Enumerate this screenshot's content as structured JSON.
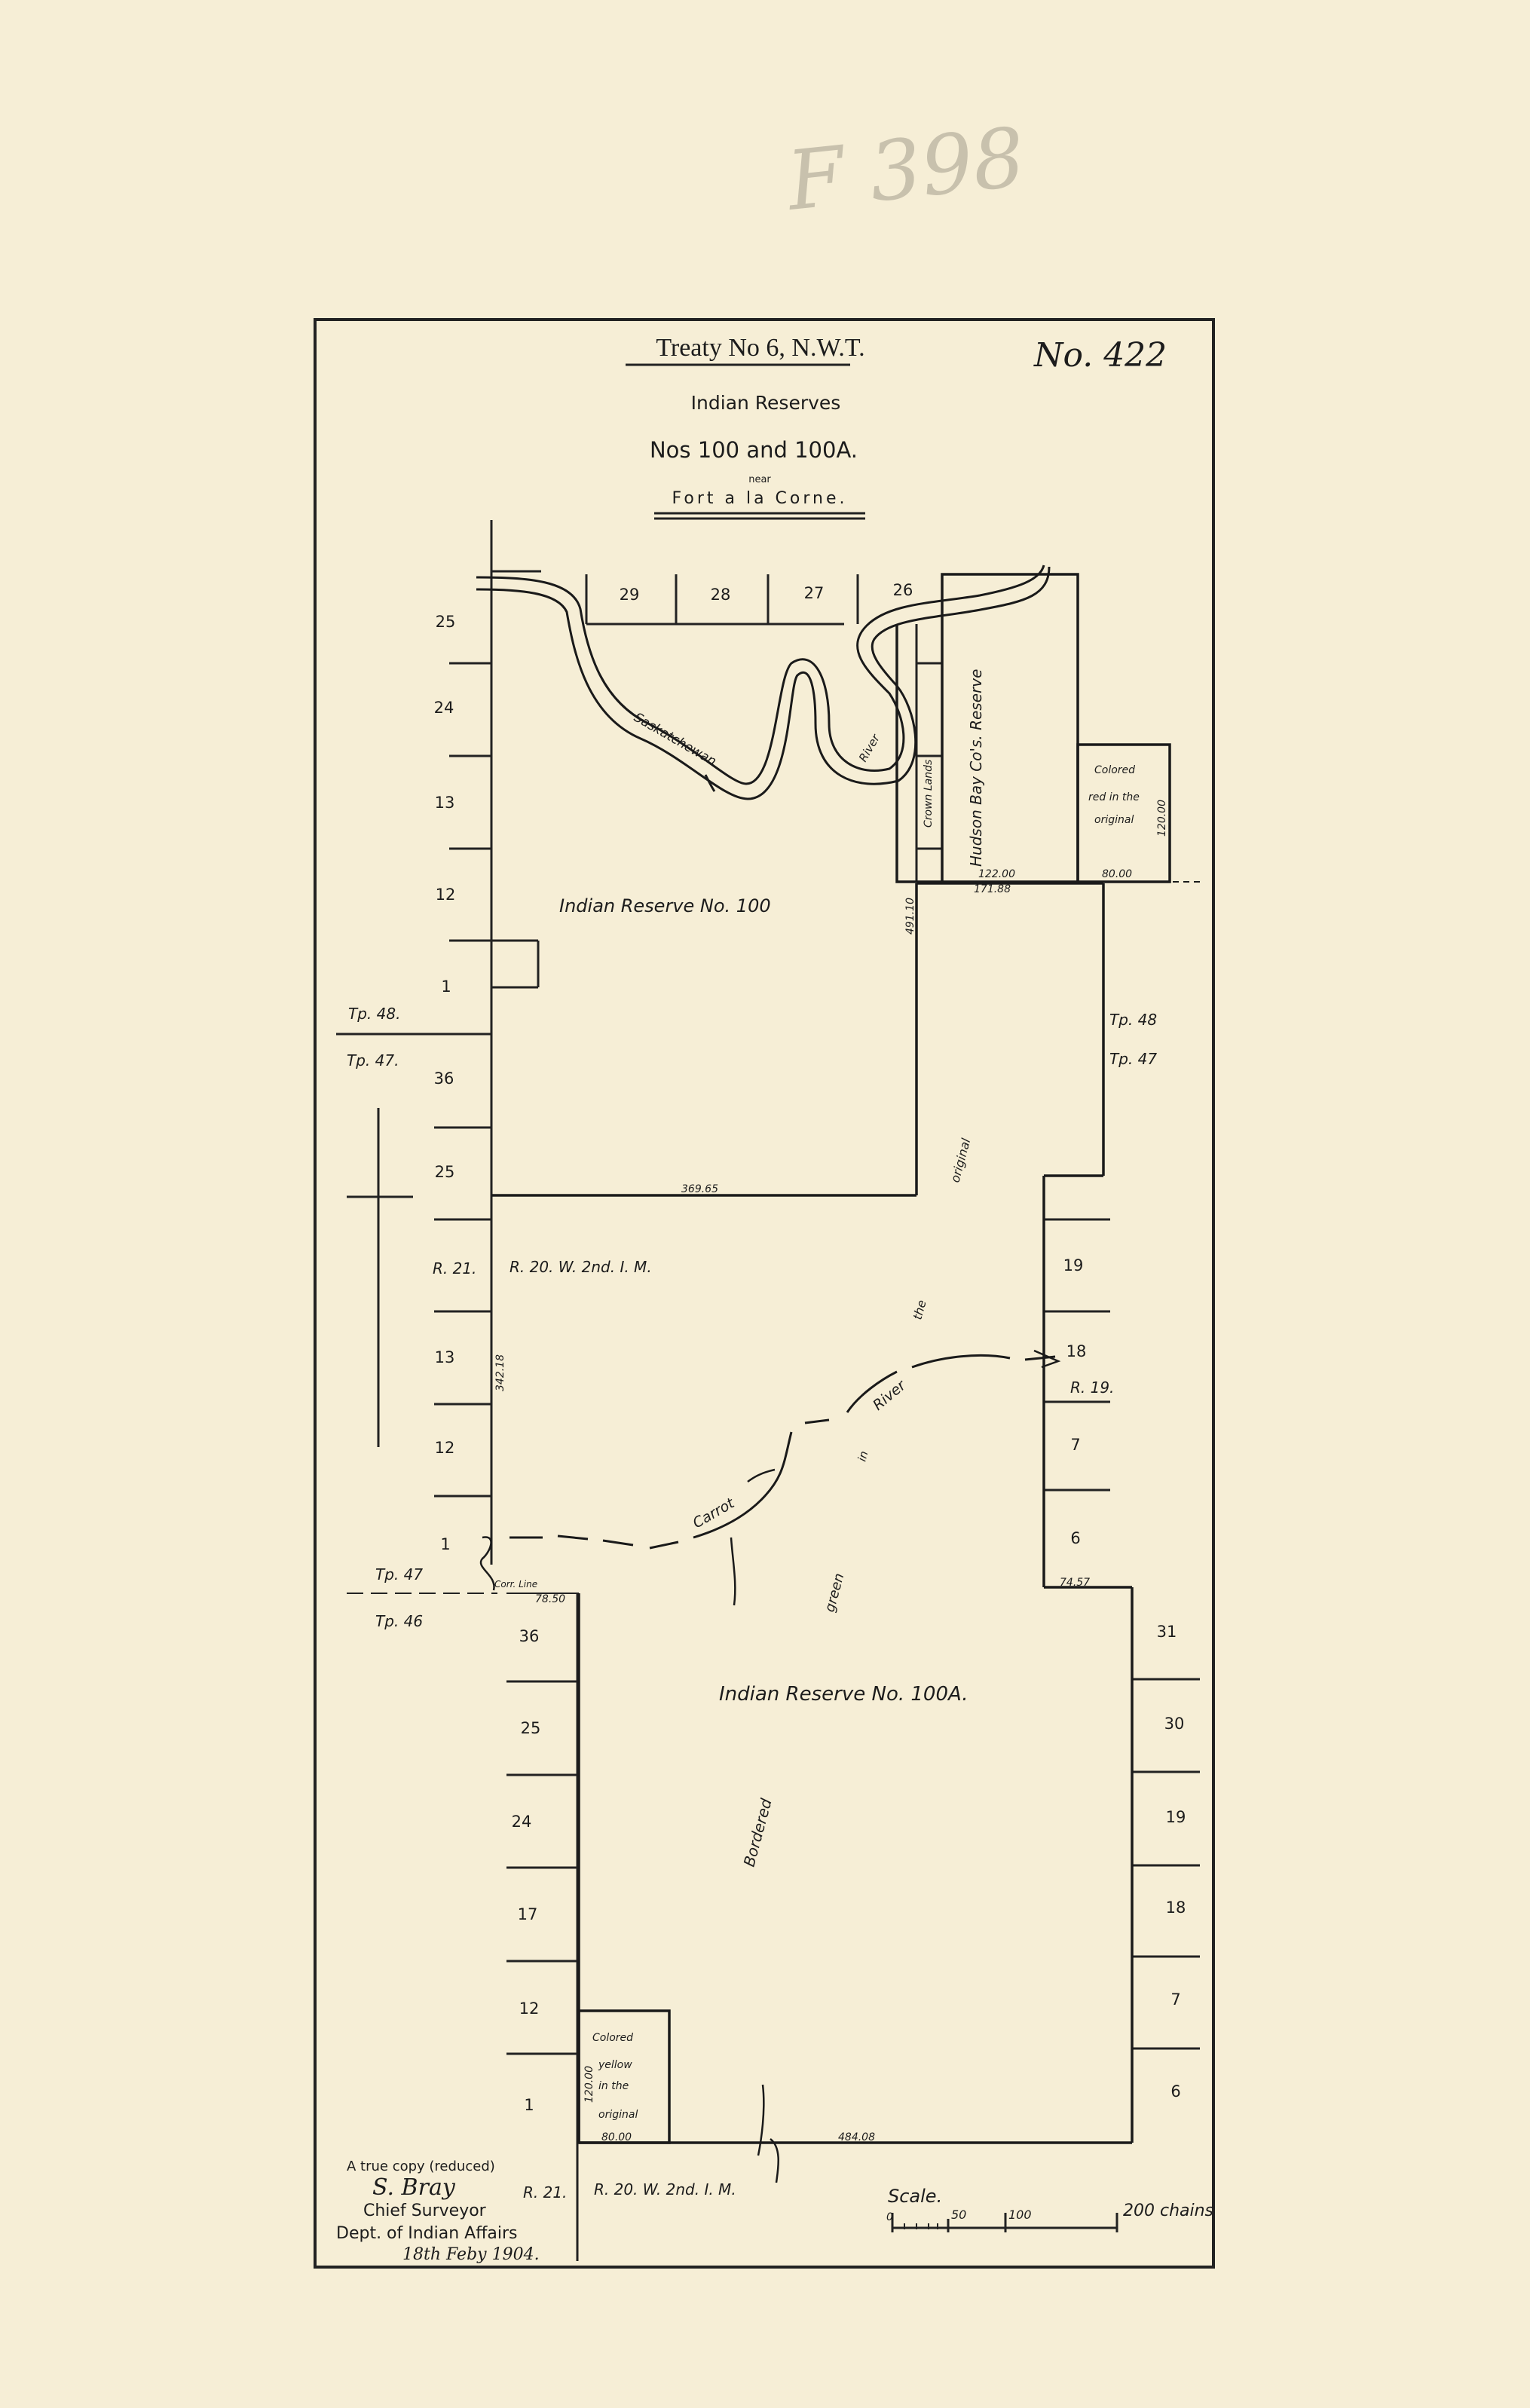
{
  "catalogue_mark": "F 398",
  "map_number": "No. 422",
  "title": {
    "line1": "Treaty No 6, N.W.T.",
    "line2": "Indian Reserves",
    "line3": "Nos 100 and 100A.",
    "line4": "near",
    "line5": "Fort a la Corne."
  },
  "reserves": {
    "r100": "Indian Reserve No. 100",
    "r100a": "Indian Reserve No. 100A."
  },
  "features": {
    "sask_river": "Saskatchewan",
    "sask_river_b": "River",
    "carrot_river": "Carrot",
    "carrot_river_b": "River",
    "crown_lands": "Crown Lands",
    "hbc_reserve": "Hudson Bay Co's. Reserve"
  },
  "notes": {
    "red": [
      "Colored",
      "red in the",
      "original"
    ],
    "yellow": [
      "Colored",
      "yellow",
      "in the",
      "original"
    ],
    "bordered": [
      "Bordered",
      "in",
      "green",
      "the",
      "original"
    ]
  },
  "townships": {
    "tp48_a": "Tp. 48.",
    "tp47_a": "Tp. 47.",
    "tp48_b": "Tp. 48",
    "tp47_b": "Tp. 47",
    "tp47_c": "Tp. 47",
    "tp46": "Tp. 46"
  },
  "ranges": {
    "r21_a": "R. 21.",
    "r20_a": "R. 20. W. 2nd. I. M.",
    "r19": "R. 19.",
    "r21_b": "R. 21.",
    "r20_b": "R. 20. W. 2nd. I. M."
  },
  "sections": {
    "top": [
      "29",
      "28",
      "27",
      "26"
    ],
    "left_upper": [
      "25",
      "24",
      "13",
      "12",
      "1"
    ],
    "left_mid": [
      "36",
      "25",
      "13",
      "12",
      "1"
    ],
    "right_mid": [
      "19",
      "18",
      "7",
      "6"
    ],
    "left_lower": [
      "36",
      "25",
      "24",
      "17",
      "12",
      "1"
    ],
    "right_lower": [
      "31",
      "30",
      "19",
      "18",
      "7",
      "6"
    ]
  },
  "measurements": {
    "m1": "122.00",
    "m2": "80.00",
    "m3": "171.88",
    "m4": "491.10",
    "m5": "369.65",
    "m6": "342.18",
    "m7": "74.57",
    "m8": "78.50",
    "m9": "120.00",
    "m10": "120.00",
    "m11": "80.00",
    "m12": "484.08"
  },
  "corr_line": "Corr. Line",
  "scale": {
    "label": "Scale.",
    "ticks": [
      "0",
      "50",
      "100",
      "200 chains"
    ]
  },
  "attestation": {
    "line1": "A true copy (reduced)",
    "signature": "S. Bray",
    "line2": "Chief Surveyor",
    "line3": "Dept. of Indian Affairs",
    "date": "18th Feby 1904."
  }
}
